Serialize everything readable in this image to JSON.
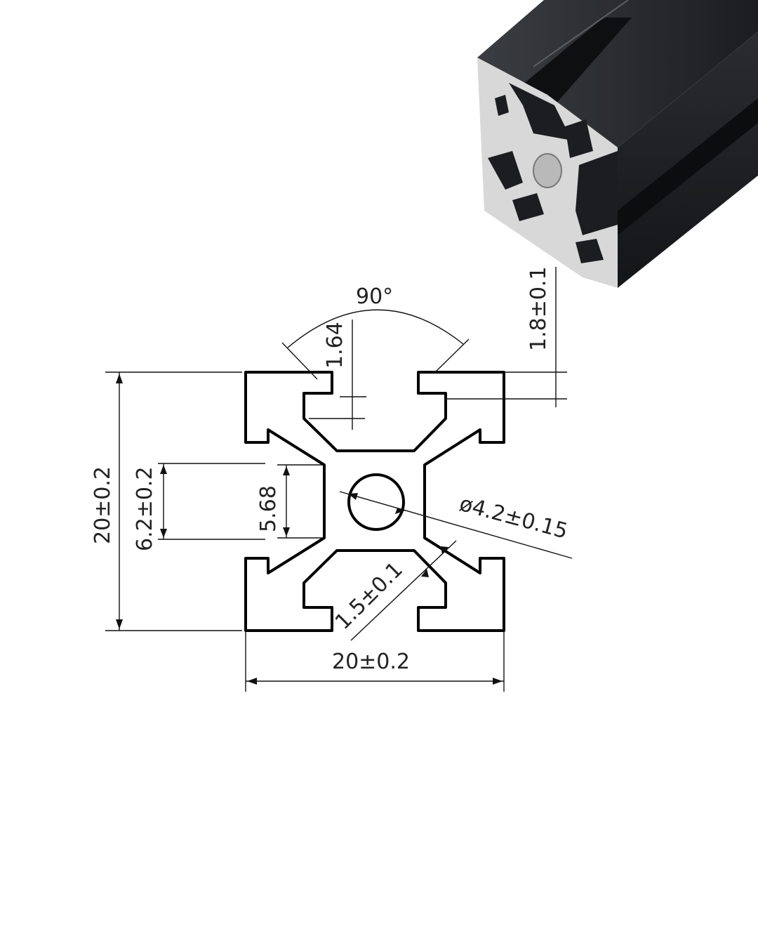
{
  "dimensions": {
    "angle": "90°",
    "slot_depth": "1.64",
    "lip_thickness": "1.8±0.1",
    "overall_height": "20±0.2",
    "slot_opening": "6.2±0.2",
    "slot_inner": "5.68",
    "center_bore": "ø4.2±0.15",
    "wall_thickness": "1.5±0.1",
    "overall_width": "20±0.2"
  },
  "colors": {
    "profile_black": "#1b1d20",
    "profile_face": "#d8d8d8",
    "line": "#111111"
  }
}
